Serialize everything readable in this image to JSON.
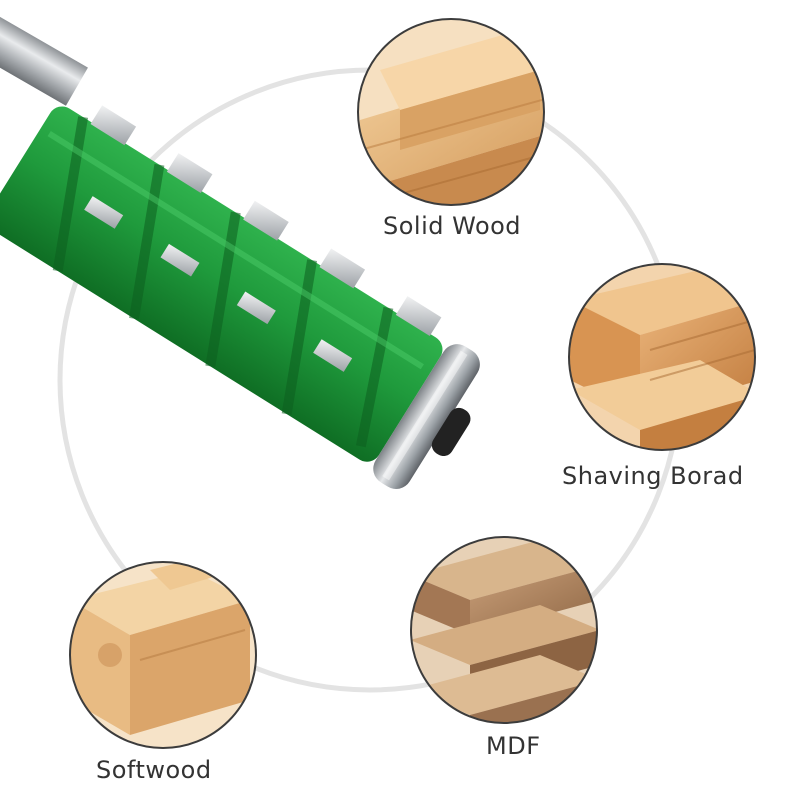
{
  "materials": [
    {
      "label": "Solid Wood"
    },
    {
      "label": "Shaving Borad"
    },
    {
      "label": "MDF"
    },
    {
      "label": "Softwood"
    }
  ],
  "colors": {
    "bit_green": "#1f9a3c",
    "bit_green_dark": "#137a2a",
    "carbide": "#c9ccd0",
    "bearing": "#b7bcc2",
    "shank": "#b5b8bc",
    "guide_ring": "#e2e2e2",
    "circle_border": "#3c3c3c",
    "text": "#333333"
  },
  "icons": [
    "router-bit-icon",
    "solid-wood-photo",
    "shaving-board-photo",
    "mdf-photo",
    "softwood-photo"
  ]
}
